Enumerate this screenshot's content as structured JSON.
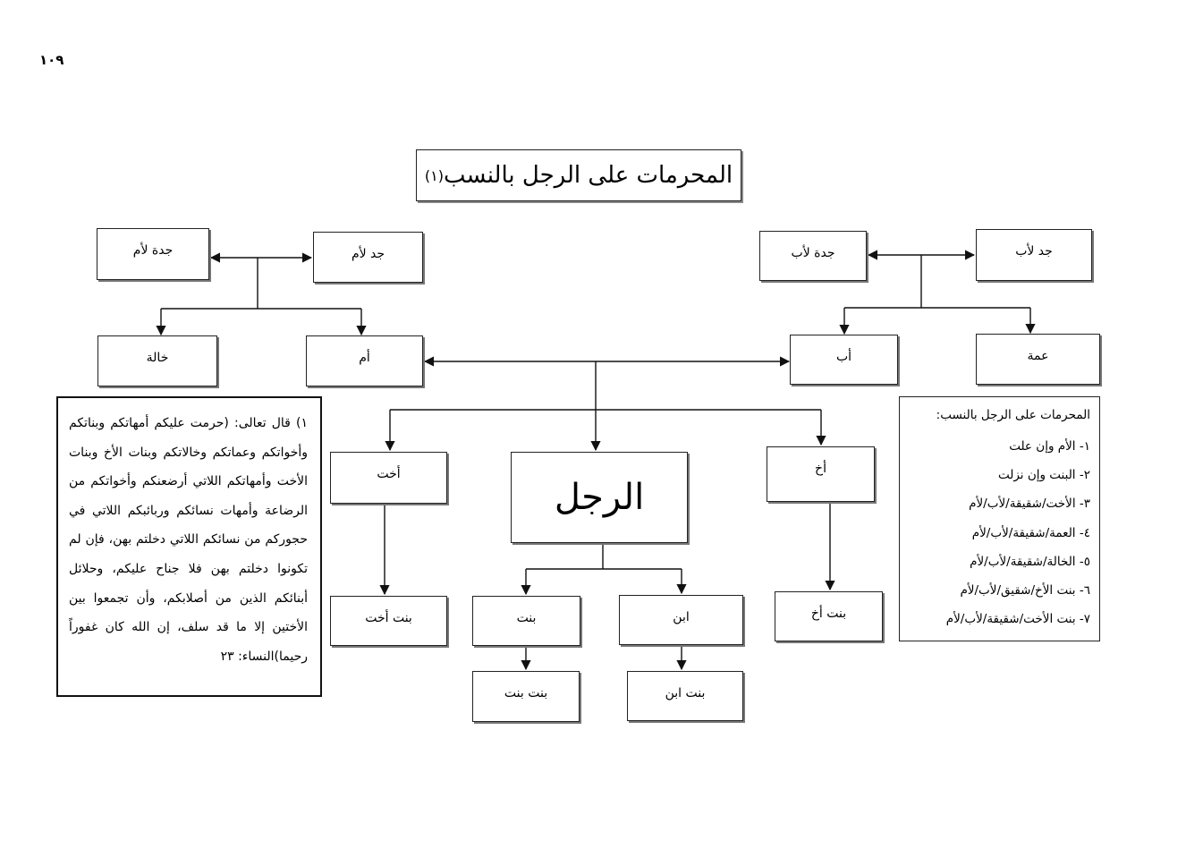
{
  "page_number": "١٠٩",
  "title": "المحرمات على الرجل بالنسب",
  "title_footnote": "(١)",
  "nodes": {
    "grandfather_father": "جد لأب",
    "grandmother_father": "جدة لأب",
    "grandfather_mother": "جد لأم",
    "grandmother_mother": "جدة لأم",
    "paternal_aunt": "عمة",
    "father": "أب",
    "mother": "أم",
    "maternal_aunt": "خالة",
    "man": "الرجل",
    "brother": "أخ",
    "sister": "أخت",
    "son": "ابن",
    "daughter": "بنت",
    "brother_daughter": "بنت أخ",
    "sister_daughter": "بنت أخت",
    "son_daughter": "بنت ابن",
    "daughter_daughter": "بنت بنت"
  },
  "footnote": "١) قال تعالى: (حرمت عليكم أمهاتكم وبناتكم وأخواتكم وعماتكم وخالاتكم وبنات الأخ وبنات الأخت وأمهاتكم اللاتي أرضعنكم وأخواتكم من الرضاعة وأمهات نسائكم وربائبكم اللاتي في حجوركم من نسائكم اللاتي دخلتم بهن، فإن لم تكونوا دخلتم بهن فلا جناح عليكم، وحلائل أبنائكم الذين من أصلابكم، وأن تجمعوا بين الأختين إلا ما قد سلف، إن الله كان غفوراً رحيما)النساء: ٢٣",
  "list": {
    "heading": "المحرمات على الرجل بالنسب:",
    "items": [
      "١- الأم وإن علت",
      "٢- البنت وإن نزلت",
      "٣- الأخت/شقيقة/لأب/لأم",
      "٤- العمة/شقيقة/لأب/لأم",
      "٥- الخالة/شقيقة/لأب/لأم",
      "٦- بنت الأخ/شقيق/لأب/لأم",
      "٧- بنت الأخت/شقيقة/لأب/لأم"
    ]
  }
}
